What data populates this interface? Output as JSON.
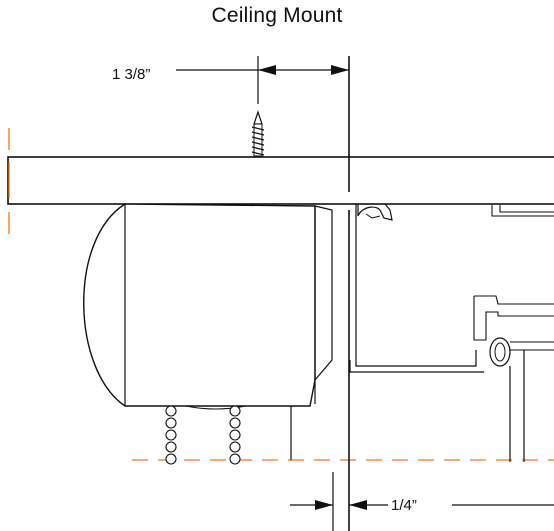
{
  "title": "Ceiling Mount",
  "dimensions": {
    "top_clearance": "1 3/8”",
    "side_clearance": "1/4”"
  },
  "colors": {
    "line": "#111111",
    "guide": "#e07b2c",
    "background": "#ffffff"
  }
}
